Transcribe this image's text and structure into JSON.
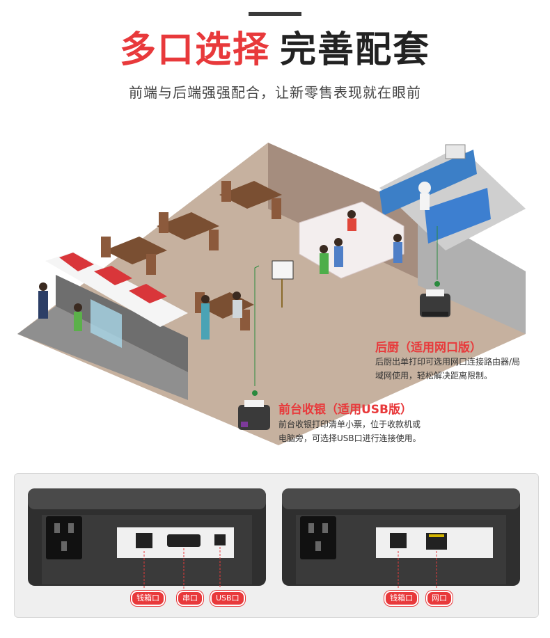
{
  "header": {
    "title_red": "多口选择",
    "title_dark": "完善配套",
    "subtitle": "前端与后端强强配合，让新零售表现就在眼前"
  },
  "kitchen": {
    "title": "后厨（适用网口版）",
    "desc_line1": "后厨出单打印可选用网口连接路由器/局",
    "desc_line2": "域网使用，轻松解决距离限制。"
  },
  "front": {
    "title": "前台收银（适用USB版）",
    "desc_line1": "前台收银打印清单小票，位于收款机或",
    "desc_line2": "电脑旁，可选择USB口进行连接使用。"
  },
  "ports": {
    "usb_model": [
      "钱箱口",
      "串口",
      "USB口"
    ],
    "lan_model": [
      "钱箱口",
      "网口"
    ]
  },
  "colors": {
    "accent": "#e8393b",
    "marker_green": "#2a8a3e"
  }
}
